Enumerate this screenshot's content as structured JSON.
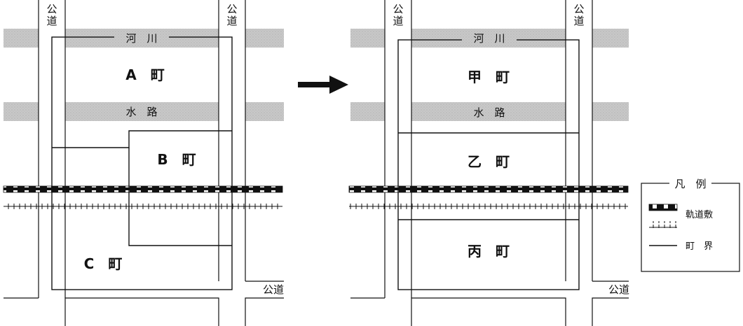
{
  "left": {
    "road_vertical_left": "公道",
    "road_vertical_right": "公道",
    "road_bottom": "公道",
    "river": "河　川",
    "canal": "水　路",
    "town_a": "A　町",
    "town_b": "B　町",
    "town_c": "C　町"
  },
  "right": {
    "road_vertical_left": "公道",
    "road_vertical_right": "公道",
    "road_bottom": "公道",
    "river": "河　川",
    "canal": "水　路",
    "town_1": "甲　町",
    "town_2": "乙　町",
    "town_3": "丙　町"
  },
  "legend": {
    "title": "凡　例",
    "railway": "軌道敷",
    "track": "",
    "boundary": "町　界"
  },
  "colors": {
    "water": "#c8c8c8",
    "line": "#111111",
    "background": "#ffffff"
  },
  "icons": {
    "arrow": "right-arrow-icon"
  }
}
